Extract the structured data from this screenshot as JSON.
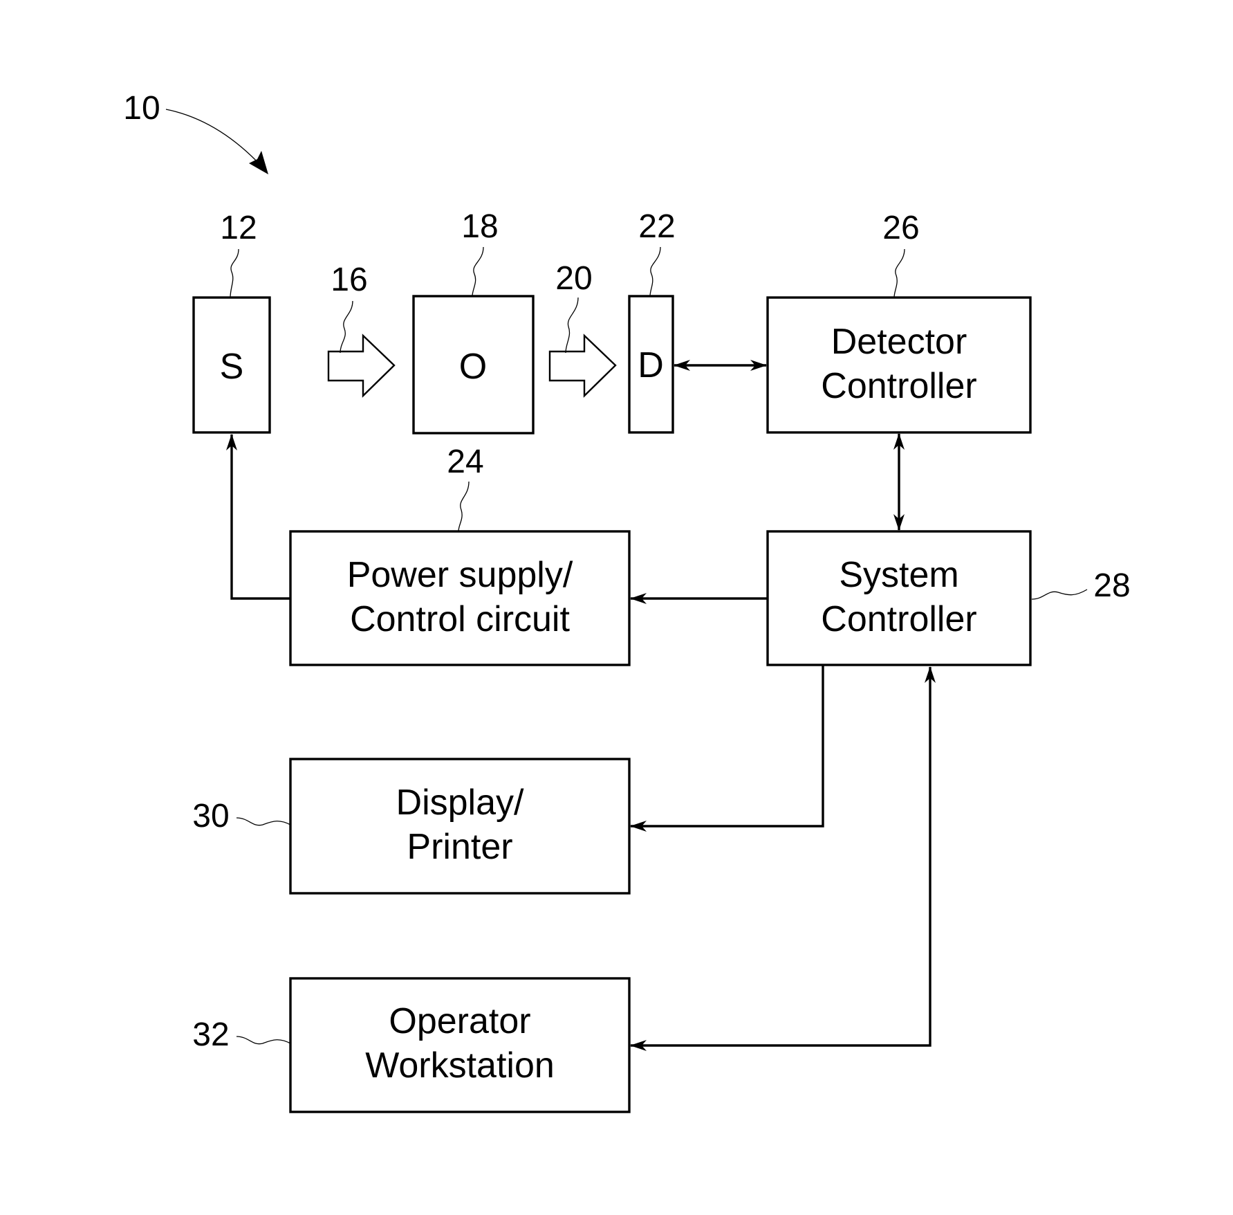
{
  "figure_ref": "10",
  "blocks": {
    "source": {
      "ref": "12",
      "label": "S"
    },
    "beam_in": {
      "ref": "16"
    },
    "object": {
      "ref": "18",
      "label": "O"
    },
    "beam_out": {
      "ref": "20"
    },
    "detector": {
      "ref": "22",
      "label": "D"
    },
    "power_supply": {
      "ref": "24",
      "line1": "Power supply/",
      "line2": "Control circuit"
    },
    "detector_controller": {
      "ref": "26",
      "line1": "Detector",
      "line2": "Controller"
    },
    "system_controller": {
      "ref": "28",
      "line1": "System",
      "line2": "Controller"
    },
    "display_printer": {
      "ref": "30",
      "line1": "Display/",
      "line2": "Printer"
    },
    "operator_workstation": {
      "ref": "32",
      "line1": "Operator",
      "line2": "Workstation"
    }
  }
}
